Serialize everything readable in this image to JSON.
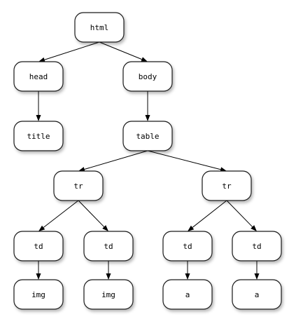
{
  "diagram": {
    "nodes": [
      {
        "id": "html",
        "label": "html"
      },
      {
        "id": "head",
        "label": "head"
      },
      {
        "id": "body",
        "label": "body"
      },
      {
        "id": "title",
        "label": "title"
      },
      {
        "id": "table",
        "label": "table"
      },
      {
        "id": "tr1",
        "label": "tr"
      },
      {
        "id": "tr2",
        "label": "tr"
      },
      {
        "id": "td1",
        "label": "td"
      },
      {
        "id": "td2",
        "label": "td"
      },
      {
        "id": "td3",
        "label": "td"
      },
      {
        "id": "td4",
        "label": "td"
      },
      {
        "id": "img1",
        "label": "img"
      },
      {
        "id": "img2",
        "label": "img"
      },
      {
        "id": "a1",
        "label": "a"
      },
      {
        "id": "a2",
        "label": "a"
      }
    ],
    "edges": [
      {
        "from": "html",
        "to": "head"
      },
      {
        "from": "html",
        "to": "body"
      },
      {
        "from": "head",
        "to": "title"
      },
      {
        "from": "body",
        "to": "table"
      },
      {
        "from": "table",
        "to": "tr1"
      },
      {
        "from": "table",
        "to": "tr2"
      },
      {
        "from": "tr1",
        "to": "td1"
      },
      {
        "from": "tr1",
        "to": "td2"
      },
      {
        "from": "tr2",
        "to": "td3"
      },
      {
        "from": "tr2",
        "to": "td4"
      },
      {
        "from": "td1",
        "to": "img1"
      },
      {
        "from": "td2",
        "to": "img2"
      },
      {
        "from": "td3",
        "to": "a1"
      },
      {
        "from": "td4",
        "to": "a2"
      }
    ]
  }
}
